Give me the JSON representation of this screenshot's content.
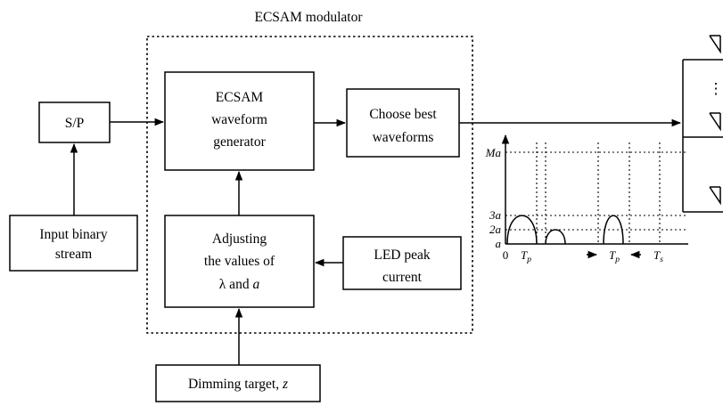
{
  "modulator": {
    "title": "ECSAM modulator"
  },
  "blocks": {
    "sp": {
      "label": "S/P"
    },
    "input": {
      "line1": "Input binary",
      "line2": "stream"
    },
    "generator": {
      "line1": "ECSAM",
      "line2": "waveform",
      "line3": "generator"
    },
    "choose": {
      "line1": "Choose best",
      "line2": "waveforms"
    },
    "adjust": {
      "line1": "Adjusting",
      "line2": "the values of",
      "line3_lambda": "λ and ",
      "line3_a": "a"
    },
    "led": {
      "line1": "LED peak",
      "line2": "current"
    },
    "dimming": {
      "label": "Dimming target, ",
      "var": "z"
    }
  },
  "waveform_plot": {
    "y_ticks": [
      {
        "base": "Ma",
        "sub": ""
      },
      {
        "base": "3a",
        "sub": ""
      },
      {
        "base": "2a",
        "sub": ""
      },
      {
        "base": "a",
        "sub": ""
      }
    ],
    "origin_label": "0",
    "x_labels": [
      {
        "base": "T",
        "sub": "p"
      },
      {
        "base": "T",
        "sub": "p"
      },
      {
        "base": "T",
        "sub": "s"
      }
    ],
    "pulses": [
      {
        "slot": 0,
        "height_units": 3
      },
      {
        "slot": 1,
        "height_units": 1
      },
      {
        "slot": 2,
        "height_units": 2
      }
    ]
  },
  "transmitter": {
    "ellipsis": "⋮"
  }
}
